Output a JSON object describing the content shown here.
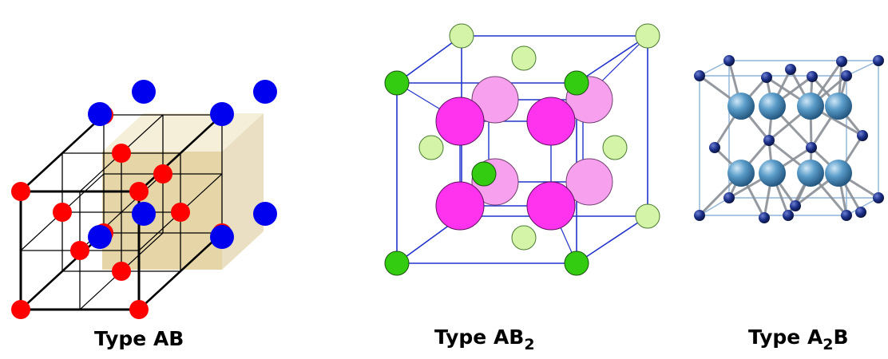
{
  "panels": [
    {
      "caption_prefix": "Type AB",
      "caption_sub": "",
      "caption_suffix": ""
    },
    {
      "caption_prefix": "Type AB",
      "caption_sub": "2",
      "caption_suffix": ""
    },
    {
      "caption_prefix": "Type A",
      "caption_sub": "2",
      "caption_suffix": "B"
    }
  ],
  "colors": {
    "ab_atom_red": "#ff0000",
    "ab_atom_blue": "#0000ee",
    "ab_plane": "#e6d5a6",
    "ab2_cation_light": "#d4f5a8",
    "ab2_cation_dark": "#33cc11",
    "ab2_anion_front": "#ff33ee",
    "ab2_anion_back": "#f7a0ee",
    "ab2_edge": "#2233cc",
    "a2b_small": "#1b2f8a",
    "a2b_large": "#5a9cc9",
    "a2b_bond": "#8a8f96",
    "a2b_edge": "#8fb3d9"
  }
}
